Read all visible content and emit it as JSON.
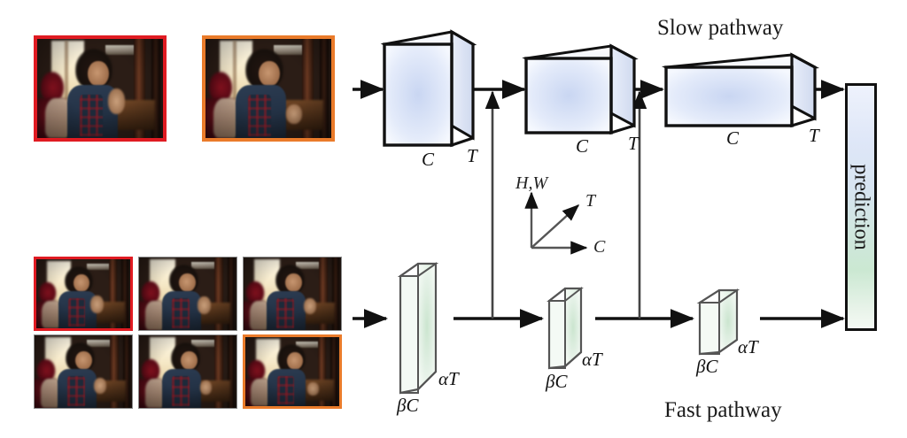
{
  "diagram": {
    "title_slow": "Slow pathway",
    "title_fast": "Fast pathway",
    "prediction_label": "prediction",
    "colors": {
      "slow_box_fill": "#dde4f7",
      "slow_box_fill_light": "#f2f5fd",
      "fast_box_fill": "#dff0e2",
      "fast_box_fill_light": "#f3faf4",
      "outline": "#111111",
      "prediction_top": "#eef2fc",
      "prediction_bottom": "#cbe8d2",
      "frame_border_red": "#e01b22",
      "frame_border_orange": "#ea7b2a",
      "frame_border_gray": "#8a8a8a"
    },
    "axes_legend": {
      "vertical": "H,W",
      "diagonal": "T",
      "horizontal": "C"
    },
    "slow_pathway": {
      "name": "Slow pathway",
      "input_frames": 2,
      "stages": [
        {
          "label_channel": "C",
          "label_time": "T"
        },
        {
          "label_channel": "C",
          "label_time": "T"
        },
        {
          "label_channel": "C",
          "label_time": "T"
        }
      ]
    },
    "fast_pathway": {
      "name": "Fast pathway",
      "input_frames": 6,
      "stages": [
        {
          "label_channel": "βC",
          "label_time": "αT"
        },
        {
          "label_channel": "βC",
          "label_time": "αT"
        },
        {
          "label_channel": "βC",
          "label_time": "αT"
        }
      ]
    },
    "lateral_connections": 2,
    "slow_frames": [
      {
        "border": "red"
      },
      {
        "border": "orange"
      }
    ],
    "fast_frames": [
      {
        "border": "red"
      },
      {
        "border": "gray"
      },
      {
        "border": "gray"
      },
      {
        "border": "gray"
      },
      {
        "border": "gray"
      },
      {
        "border": "orange"
      }
    ]
  }
}
